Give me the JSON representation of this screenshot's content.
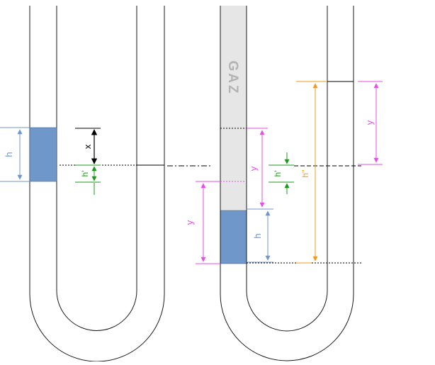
{
  "labels": {
    "h": "h",
    "x": "x",
    "h_prime": "h'",
    "y": "y",
    "gaz": "GAZ"
  },
  "colors": {
    "tube_outline": "#1a1a1a",
    "liquid": "#6f97c9",
    "liquid_border": "#3d5a80",
    "gas_fill": "#e6e6e6",
    "gas_text": "#b3b3b3",
    "blue_dim": "#6f97c9",
    "black_dim": "#000000",
    "green_dim": "#1a9a1a",
    "magenta_dim": "#e84ee8",
    "orange_dim": "#f29a1a"
  }
}
